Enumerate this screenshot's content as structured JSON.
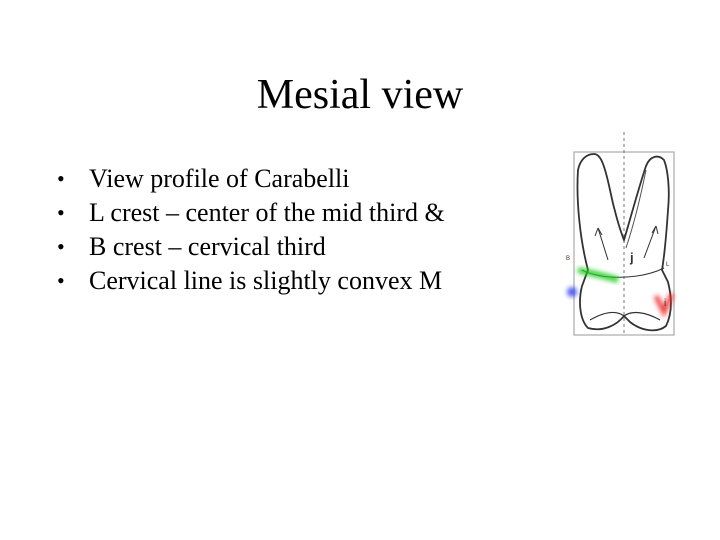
{
  "slide": {
    "title": "Mesial view",
    "bullets": [
      {
        "marker": "•",
        "text": "View profile of Carabelli"
      },
      {
        "marker": "•",
        "text": "L crest – center of the mid third &"
      },
      {
        "marker": "•",
        "text": "B crest – cervical third"
      },
      {
        "marker": "•",
        "text": "Cervical line is slightly convex M"
      }
    ]
  },
  "figure": {
    "labels": {
      "buccal": "B",
      "lingual": "L",
      "j": "j",
      "i": "i"
    },
    "colors": {
      "outline": "#333333",
      "green": "#22cc22",
      "red": "#ee2222",
      "blue": "#3344ee"
    }
  }
}
